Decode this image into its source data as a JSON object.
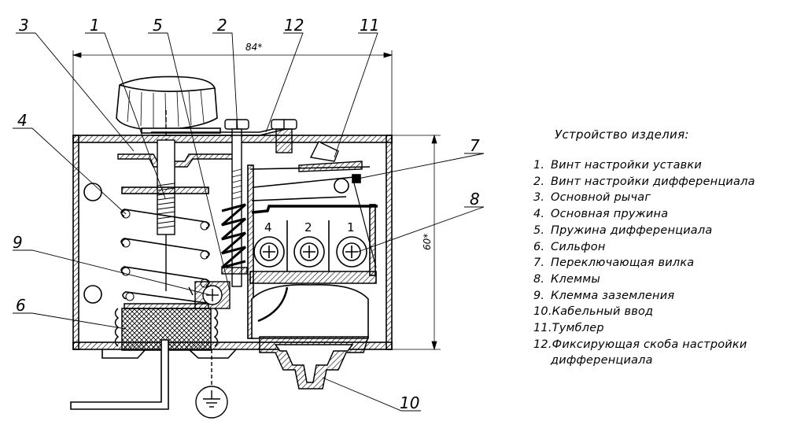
{
  "callouts": [
    "3",
    "1",
    "5",
    "2",
    "12",
    "11",
    "4",
    "7",
    "8",
    "9",
    "6",
    "10"
  ],
  "dimensions": {
    "width": "84*",
    "height": "60*"
  },
  "terminals": [
    "4",
    "2",
    "1"
  ],
  "legend": {
    "title": "Устройство изделия:",
    "items": [
      {
        "num": "1.",
        "text": "Винт настройки уставки"
      },
      {
        "num": "2.",
        "text": "Винт настройки дифференциала"
      },
      {
        "num": "3.",
        "text": "Основной рычаг"
      },
      {
        "num": "4.",
        "text": "Основная пружина"
      },
      {
        "num": "5.",
        "text": "Пружина дифференциала"
      },
      {
        "num": "6.",
        "text": "Сильфон"
      },
      {
        "num": "7.",
        "text": "Переключающая вилка"
      },
      {
        "num": "8.",
        "text": "Клеммы"
      },
      {
        "num": "9.",
        "text": "Клемма заземления"
      },
      {
        "num": "10.",
        "text": "Кабельный ввод"
      },
      {
        "num": "11.",
        "text": "Тумблер"
      },
      {
        "num": "12.",
        "text": "Фиксирующая скоба настройки",
        "text2": "дифференциала"
      }
    ]
  }
}
